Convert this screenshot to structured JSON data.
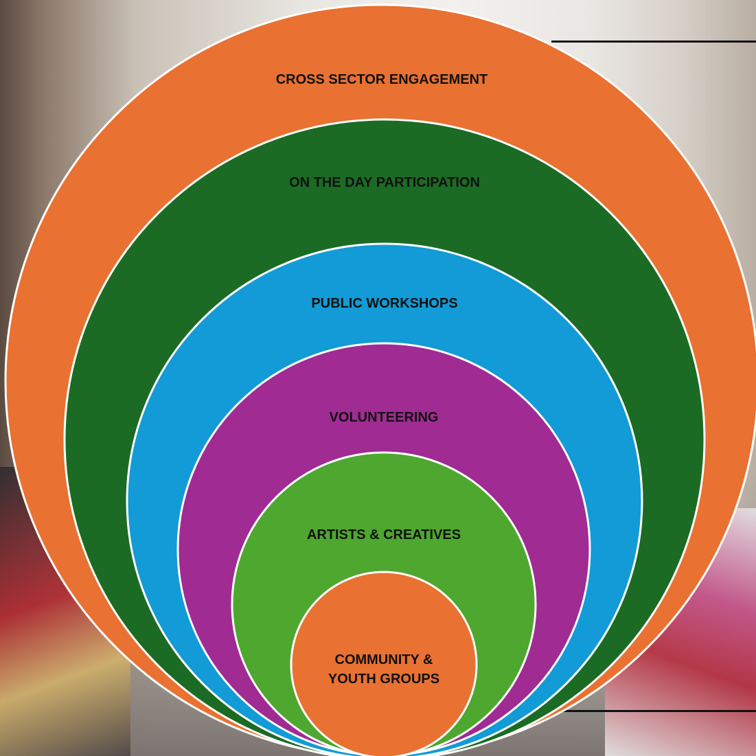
{
  "diagram": {
    "rings": [
      {
        "label_lines": [
          "CROSS SECTOR ENGAGEMENT"
        ],
        "color": "#e97132"
      },
      {
        "label_lines": [
          "ON THE DAY PARTICIPATION"
        ],
        "color": "#1b6b24"
      },
      {
        "label_lines": [
          "PUBLIC WORKSHOPS"
        ],
        "color": "#129bd6"
      },
      {
        "label_lines": [
          "VOLUNTEERING"
        ],
        "color": "#a02b93"
      },
      {
        "label_lines": [
          "ARTISTS & CREATIVES"
        ],
        "color": "#4ea72e"
      },
      {
        "label_lines": [
          "COMMUNITY &",
          "YOUTH GROUPS"
        ],
        "color": "#e97132"
      }
    ]
  }
}
